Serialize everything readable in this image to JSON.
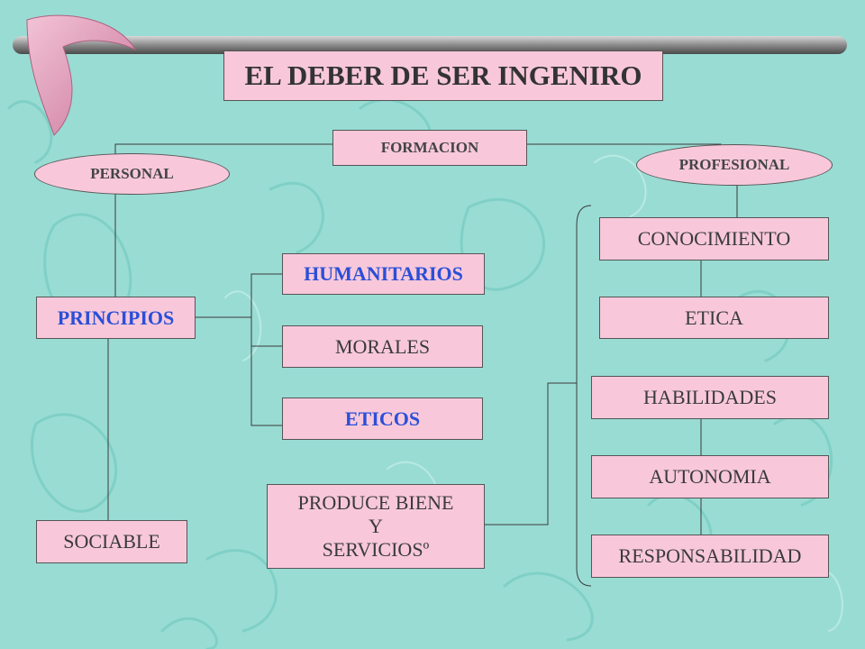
{
  "colors": {
    "background": "#99dcd4",
    "box_fill": "#f8c8da",
    "highlight_text": "#2a4fd8",
    "title_bar": "#808080",
    "boomerang": "#e39bb8"
  },
  "icons": [
    "boomerang-logo",
    "title-bar"
  ],
  "title": "EL DEBER DE SER INGENIRO",
  "root": "FORMACION",
  "branches": {
    "left": "PERSONAL",
    "right": "PROFESIONAL"
  },
  "personal": {
    "principios": "PRINCIPIOS",
    "sociable": "SOCIABLE",
    "values": [
      "HUMANITARIOS",
      "MORALES",
      "ETICOS"
    ],
    "produce": [
      "PRODUCE BIENE",
      "Y",
      "SERVICIOSº"
    ]
  },
  "profesional": {
    "items": [
      "CONOCIMIENTO",
      "ETICA",
      "HABILIDADES",
      "AUTONOMIA",
      "RESPONSABILIDAD"
    ]
  }
}
